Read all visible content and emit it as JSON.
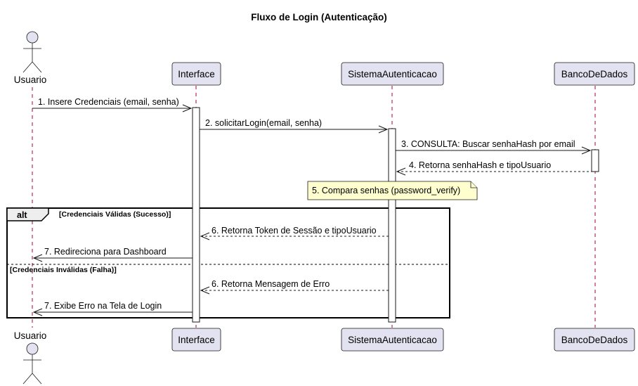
{
  "title": "Fluxo de Login (Autenticação)",
  "participants": {
    "usuario": "Usuario",
    "interface": "Interface",
    "sistema": "SistemaAutenticacao",
    "banco": "BancoDeDados"
  },
  "messages": {
    "m1": "1. Insere Credenciais (email, senha)",
    "m2": "2. solicitarLogin(email, senha)",
    "m3": "3. CONSULTA: Buscar senhaHash por email",
    "m4": "4. Retorna senhaHash e tipoUsuario",
    "note5": "5. Compara senhas (password_verify)",
    "m6a": "6. Retorna Token de Sessão e tipoUsuario",
    "m7a": "7. Redireciona para Dashboard",
    "m6b": "6. Retorna Mensagem de Erro",
    "m7b": "7. Exibe Erro na Tela de Login"
  },
  "alt": {
    "label": "alt",
    "guard1": "[Credenciais Válidas (Sucesso)]",
    "guard2": "[Credenciais Inválidas (Falha)]"
  }
}
